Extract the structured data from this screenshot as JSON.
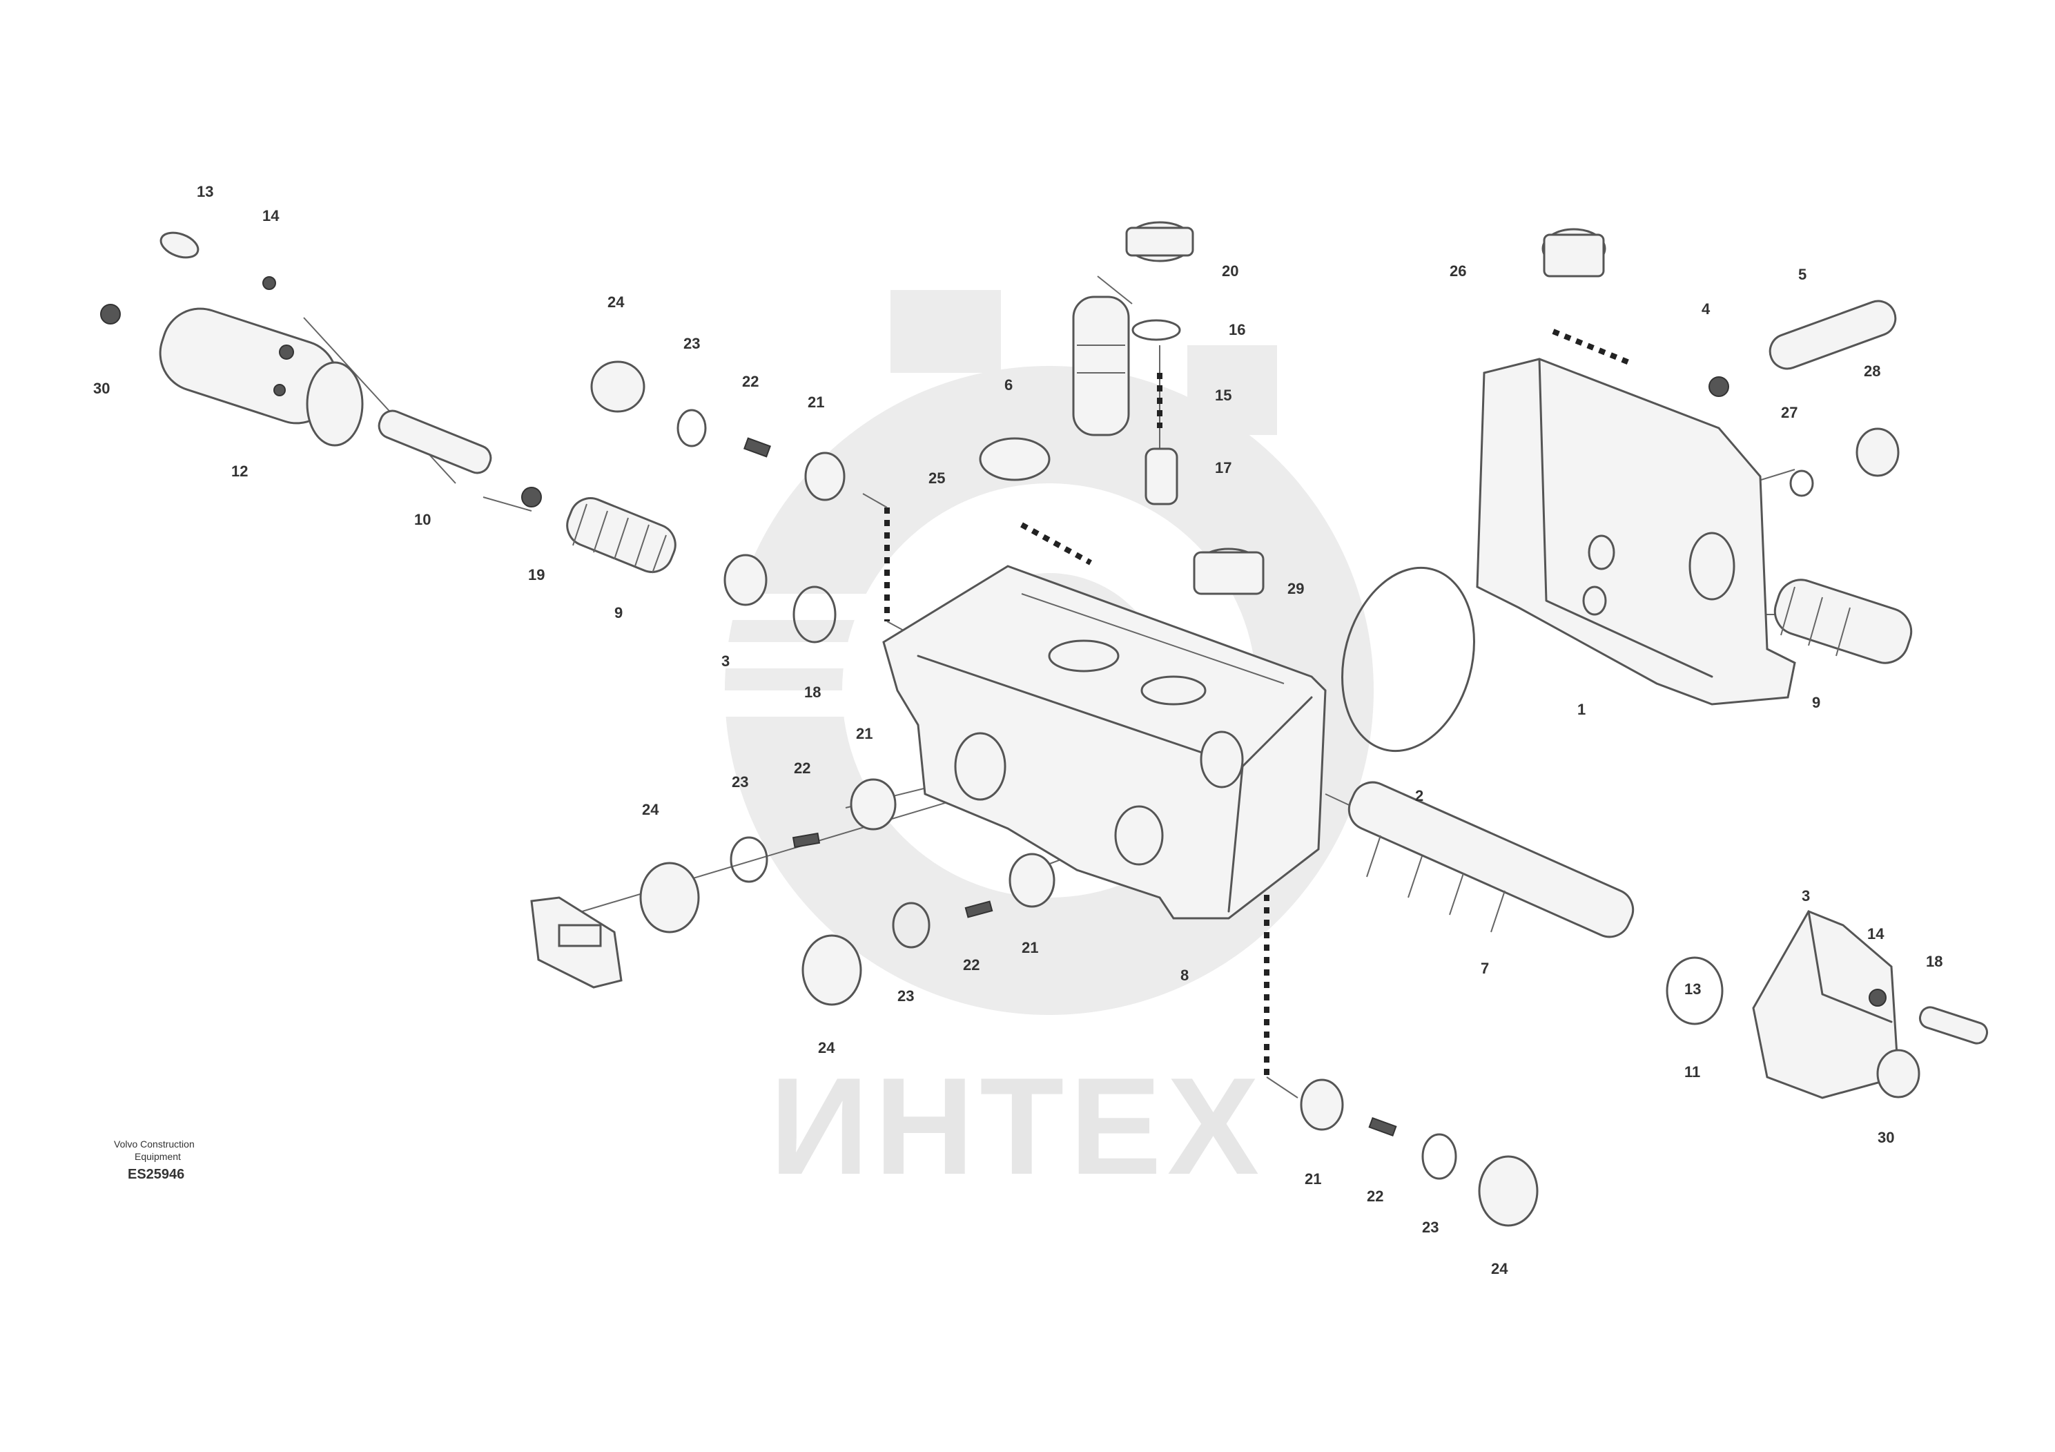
{
  "watermark": {
    "text": "ИНТЕХ"
  },
  "reference": {
    "line1": "Volvo Construction",
    "line2": "Equipment",
    "code": "ES25946"
  },
  "labels": {
    "l13": "13",
    "l14a": "14",
    "l30a": "30",
    "l12": "12",
    "l10": "10",
    "l19": "19",
    "l9a": "9",
    "l3a": "3",
    "l18a": "18",
    "l24a": "24",
    "l23a": "23",
    "l22a": "22",
    "l21a": "21",
    "l20": "20",
    "l6": "6",
    "l16": "16",
    "l15": "15",
    "l17": "17",
    "l25": "25",
    "l29": "29",
    "l26": "26",
    "l4": "4",
    "l5": "5",
    "l28": "28",
    "l27": "27",
    "l9b": "9",
    "l1": "1",
    "l2": "2",
    "l24b": "24",
    "l23b": "23",
    "l22b": "22",
    "l21b": "21",
    "l7": "7",
    "l8": "8",
    "l11": "11",
    "l24c": "24",
    "l23c": "23",
    "l22c": "22",
    "l21c": "21",
    "l24d": "24",
    "l23d": "23",
    "l22d": "22",
    "l21d": "21",
    "l3b": "3",
    "l14b": "14",
    "l18b": "18",
    "l30b": "30",
    "l13b": "13"
  }
}
